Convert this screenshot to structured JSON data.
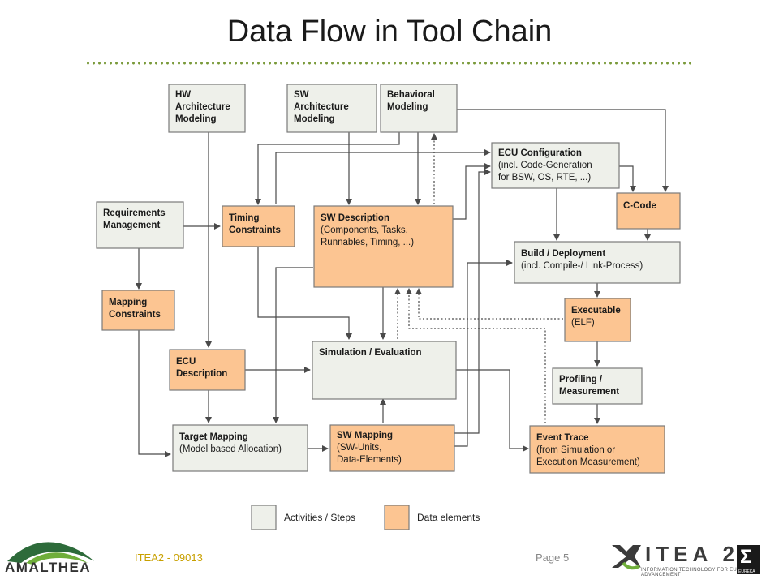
{
  "title": "Data Flow in Tool Chain",
  "boxes": {
    "hw": {
      "lines": [
        "HW",
        "Architecture",
        "Modeling"
      ]
    },
    "sw_arch": {
      "lines": [
        "SW",
        "Architecture",
        "Modeling"
      ]
    },
    "behav": {
      "lines": [
        "Behavioral",
        "Modeling"
      ]
    },
    "ecu_cfg": {
      "lines": [
        "ECU Configuration",
        "(incl. Code-Generation",
        "for BSW, OS, RTE, ...)"
      ]
    },
    "req": {
      "lines": [
        "Requirements",
        "Management"
      ]
    },
    "timing": {
      "lines": [
        "Timing",
        "Constraints"
      ]
    },
    "sw_desc": {
      "lines": [
        "SW Description",
        "(Components, Tasks,",
        "Runnables, Timing, ...)"
      ]
    },
    "ccode": {
      "lines": [
        "C-Code"
      ]
    },
    "build": {
      "lines": [
        "Build / Deployment",
        "(incl. Compile-/ Link-Process)"
      ]
    },
    "mapping": {
      "lines": [
        "Mapping",
        "Constraints"
      ]
    },
    "exe": {
      "lines": [
        "Executable",
        "(ELF)"
      ]
    },
    "ecu_desc": {
      "lines": [
        "ECU",
        "Description"
      ]
    },
    "sim": {
      "lines": [
        "Simulation / Evaluation"
      ]
    },
    "profiling": {
      "lines": [
        "Profiling /",
        "Measurement"
      ]
    },
    "target": {
      "lines": [
        "Target Mapping",
        "(Model based Allocation)"
      ]
    },
    "sw_map": {
      "lines": [
        "SW Mapping",
        "(SW-Units,",
        "Data-Elements)"
      ]
    },
    "event": {
      "lines": [
        "Event Trace",
        "(from Simulation or",
        "Execution Measurement)"
      ]
    }
  },
  "legend": {
    "activities": "Activities / Steps",
    "data": "Data elements"
  },
  "colors": {
    "activity_fill": "#eef0ea",
    "data_fill": "#fcc592",
    "accent_dots": "#7a9a3a"
  },
  "footer": {
    "project": "ITEA2 - 09013",
    "page": "Page 5",
    "logo_left": "AMALTHEA",
    "logo_right": "ITEA 2",
    "logo_right_sub": "INFORMATION TECHNOLOGY FOR EUROPEAN ADVANCEMENT",
    "logo_eureka": "EUREKA"
  }
}
